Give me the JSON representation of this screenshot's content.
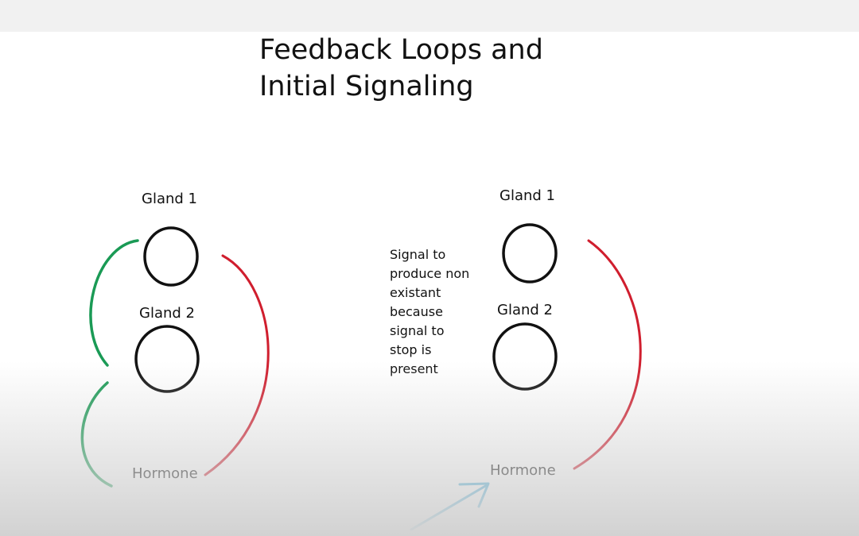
{
  "title": {
    "line1": "Feedback Loops and",
    "line2": "Initial Signaling"
  },
  "left": {
    "gland1": "Gland 1",
    "gland2": "Gland 2",
    "hormone": "Hormone"
  },
  "right": {
    "gland1": "Gland 1",
    "gland2": "Gland 2",
    "hormone": "Hormone",
    "note": "Signal to\nproduce non\nexistant\nbecause\nsignal to\nstop is\npresent"
  },
  "colors": {
    "ink": "#111111",
    "stimulate": "#1a9a55",
    "inhibit": "#d01e2e",
    "pointer": "#3ba8d6"
  }
}
